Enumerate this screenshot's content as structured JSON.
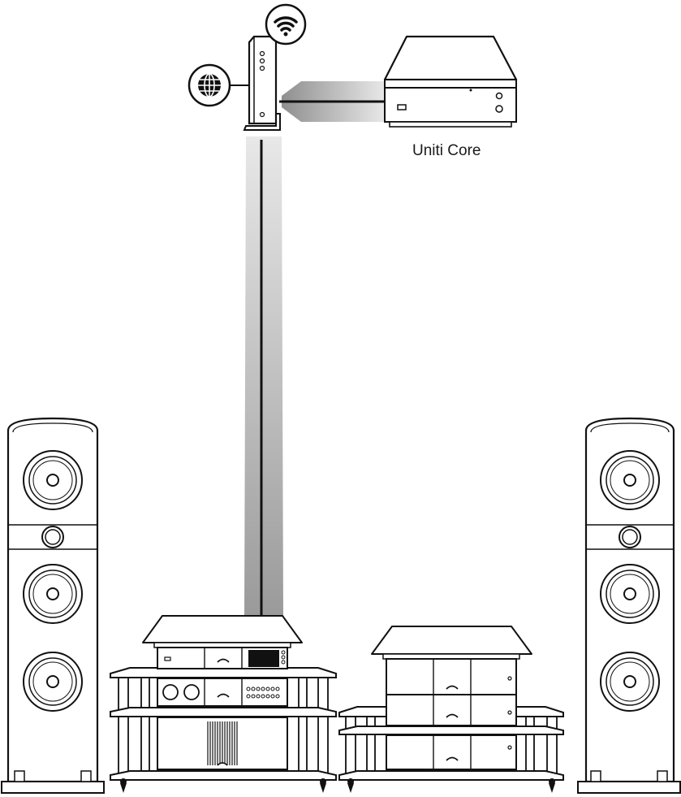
{
  "devices": {
    "router": {
      "icons": [
        "wifi-icon",
        "globe-icon"
      ]
    },
    "uniti_core": {
      "label": "Uniti Core"
    },
    "left_rack": {
      "shelves": 3
    },
    "right_rack": {
      "shelves": 3
    },
    "speakers": [
      "left-speaker",
      "right-speaker"
    ]
  },
  "colors": {
    "line": "#111111",
    "cable_light": "#e6e6e6",
    "cable_dark": "#999999",
    "fill": "#ffffff"
  }
}
